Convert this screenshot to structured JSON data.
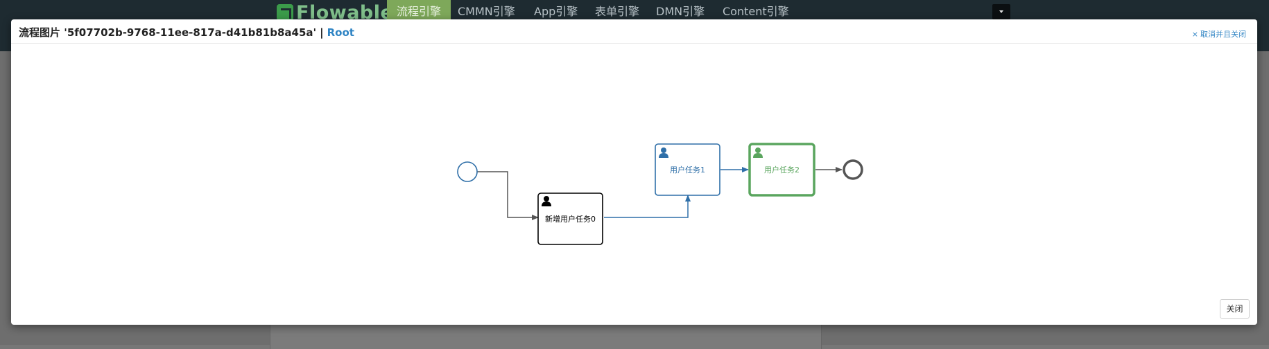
{
  "app_nav": {
    "logo_text": "Flowable",
    "tabs": [
      {
        "label": "流程引擎",
        "active": true
      },
      {
        "label": "CMMN引擎",
        "active": false
      },
      {
        "label": "App引擎",
        "active": false
      },
      {
        "label": "表单引擎",
        "active": false
      },
      {
        "label": "DMN引擎",
        "active": false
      },
      {
        "label": "Content引擎",
        "active": false
      }
    ]
  },
  "modal": {
    "title_prefix": "流程图片 '5f07702b-9768-11ee-817a-d41b81b8a45a'",
    "title_separator": "|",
    "title_root": "Root",
    "cancel_close_label": "取消并且关闭",
    "close_button_label": "关闭"
  },
  "diagram": {
    "nodes": [
      {
        "id": "start",
        "type": "start-event",
        "state": "completed"
      },
      {
        "id": "task0",
        "type": "user-task",
        "label": "新增用户任务0",
        "state": "completed"
      },
      {
        "id": "task1",
        "type": "user-task",
        "label": "用户任务1",
        "state": "completed"
      },
      {
        "id": "task2",
        "type": "user-task",
        "label": "用户任务2",
        "state": "active"
      },
      {
        "id": "end",
        "type": "end-event",
        "state": "pending"
      }
    ],
    "colors": {
      "completed": "#2f6fa8",
      "active": "#5aa55e",
      "pending": "#555555",
      "default_stroke": "#000000"
    }
  }
}
